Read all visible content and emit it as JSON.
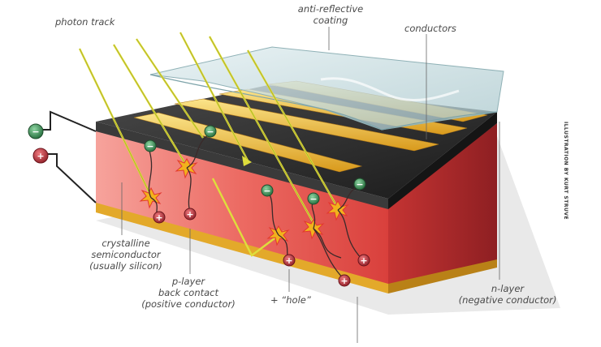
{
  "labels": {
    "photon_track": "photon track",
    "anti_reflective_1": "anti-reflective",
    "anti_reflective_2": "coating",
    "conductors": "conductors",
    "crystalline_1": "crystalline",
    "crystalline_2": "semiconductor",
    "crystalline_3": "(usually silicon)",
    "p_layer_1": "p-layer",
    "p_layer_2": "back contact",
    "p_layer_3": "(positive conductor)",
    "hole": "+ “hole”",
    "n_layer_1": "n-layer",
    "n_layer_2": "(negative conductor)"
  },
  "credit": "ILLUSTRATION BY KURT STRUVE",
  "symbols": {
    "negative": "−",
    "positive": "+"
  },
  "colors": {
    "p_layer": "#e8605a",
    "n_layer": "#2b2b2b",
    "conductor": "#f0c23a",
    "back_contact": "#e8b52e",
    "coating": "#cfe3e6",
    "photon": "#e6e24a",
    "electron": "#3e9a5a",
    "hole": "#b8323a"
  }
}
